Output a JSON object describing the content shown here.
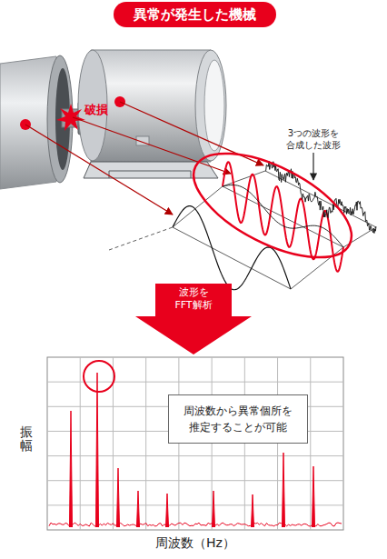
{
  "diagram": {
    "title": "異常が発生した機械",
    "nodes": [
      {
        "text": [
          "波形を FFT解析"
        ]
      },
      {
        "text": [
          "周波数から異常個所を 推定することが可能"
        ]
      }
    ],
    "labels": [
      "破損",
      "3つの波形を 合成した波形",
      "振幅",
      "周波数（Hz）"
    ]
  }
}
